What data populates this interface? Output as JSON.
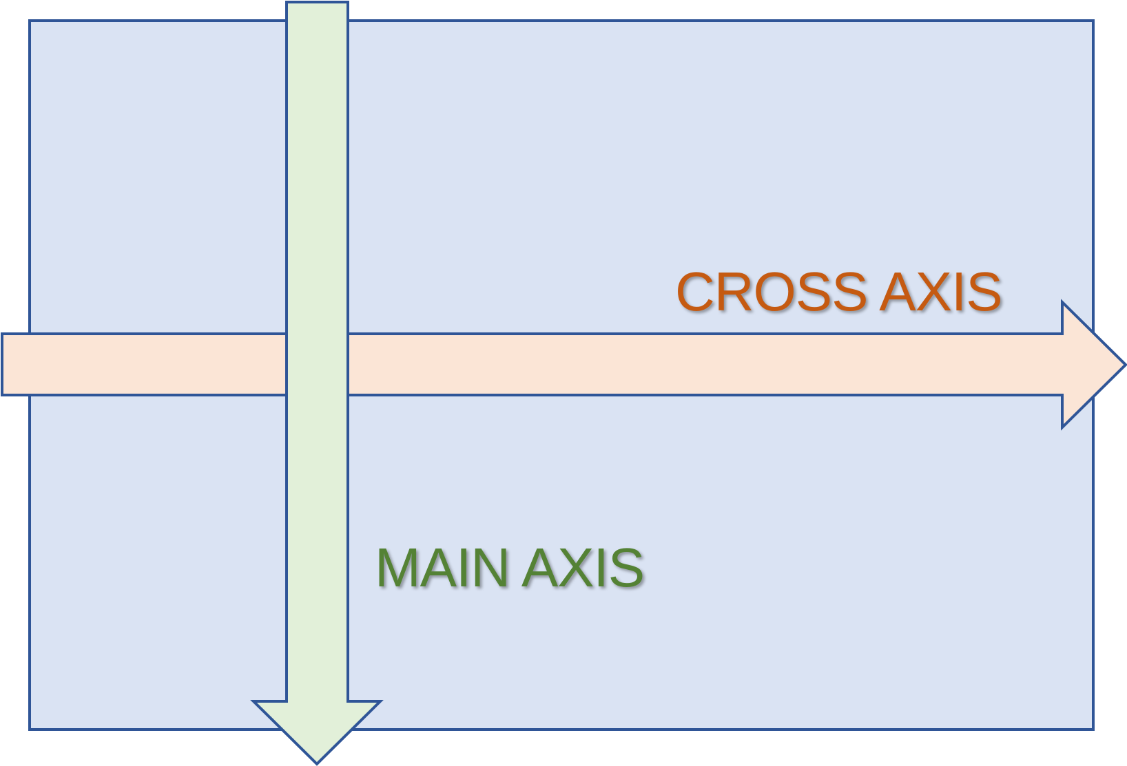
{
  "labels": {
    "cross_axis": "CROSS AXIS",
    "main_axis": "MAIN AXIS"
  },
  "colors": {
    "container_fill": "#dae3f3",
    "outline": "#2f5597",
    "cross_arrow_fill": "#fbe5d6",
    "cross_label": "#c55a11",
    "main_arrow_fill": "#e2f0d9",
    "main_label": "#548235"
  },
  "structure": {
    "main_axis_direction": "down",
    "cross_axis_direction": "right"
  }
}
